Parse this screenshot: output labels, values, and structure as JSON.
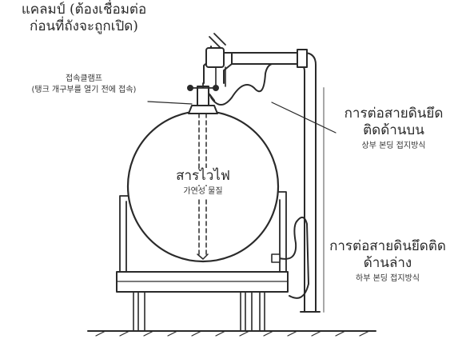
{
  "labels": {
    "clamp": {
      "th_line1": "แคลมป์ (ต้องเชื่อมต่อ",
      "th_line2": "ก่อนที่ถังจะถูกเปิด)",
      "ko_line1": "접속클램프",
      "ko_line2": "(탱크 개구부를 열기 전에 접속)"
    },
    "upper_bonding": {
      "th_line1": "การต่อสายดินยึด",
      "th_line2": "ติดด้านบน",
      "ko": "상부 본딩 접지방식"
    },
    "flammable": {
      "th": "สารไวไฟ",
      "ko": "가연성 물질"
    },
    "lower_bonding": {
      "th_line1": "การต่อสายดินยึดติด",
      "th_line2": "ด้านล่าง",
      "ko": "하부 본딩 접지방식"
    }
  },
  "colors": {
    "line": "#2a2a2a",
    "background": "#ffffff"
  }
}
